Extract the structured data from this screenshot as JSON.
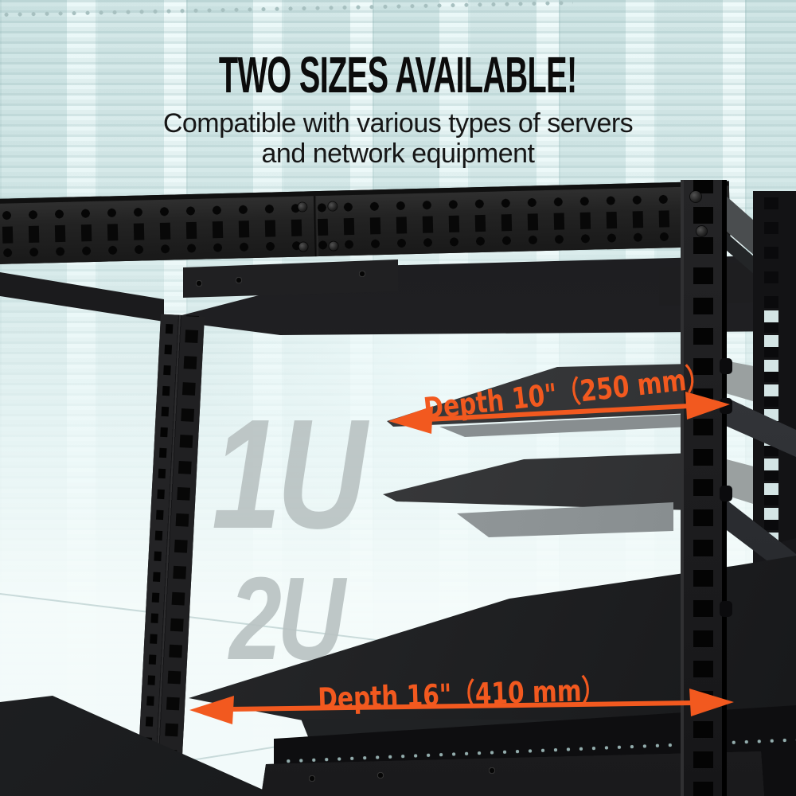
{
  "header": {
    "title": "TWO SIZES AVAILABLE!",
    "subtitle_line1": "Compatible with various types of servers",
    "subtitle_line2": "and network equipment"
  },
  "annotations": {
    "shelf_small": {
      "size_tag": "1U",
      "label": "Depth 10\"（250 mm）"
    },
    "shelf_large": {
      "size_tag": "2U",
      "label": "Depth 16\"（410 mm）"
    }
  },
  "colors": {
    "accent_orange": "#F2591F",
    "background_tint": "#DFEFEF",
    "rack_black": "#1C1C1E",
    "shelf_gray": "#3A3B3D",
    "watermark_gray": "#B9C2C2"
  }
}
